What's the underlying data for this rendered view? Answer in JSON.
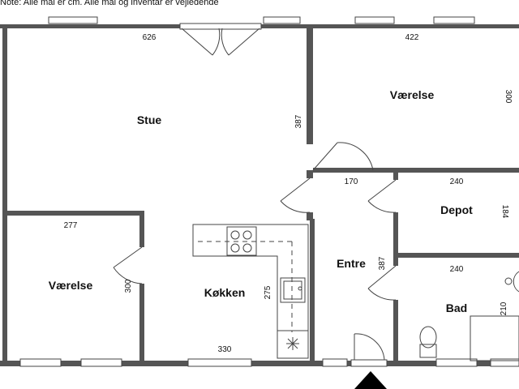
{
  "note": "Note: Alle mål er cm. Alle mål og inventar er vejledende",
  "rooms": {
    "stue": "Stue",
    "vaerelse_top": "Værelse",
    "vaerelse_left": "Værelse",
    "depot": "Depot",
    "entre": "Entre",
    "koekken": "Køkken",
    "bad": "Bad"
  },
  "dimensions": {
    "stue_width": "626",
    "stue_depth": "387",
    "vaerelse_top_width": "422",
    "vaerelse_top_depth": "300",
    "entre_width": "170",
    "entre_depth": "387",
    "depot_width": "240",
    "depot_depth": "184",
    "bad_width": "240",
    "bad_depth": "210",
    "vaerelse_left_width": "277",
    "vaerelse_left_depth": "300",
    "koekken_depth": "275",
    "koekken_width": "330"
  }
}
